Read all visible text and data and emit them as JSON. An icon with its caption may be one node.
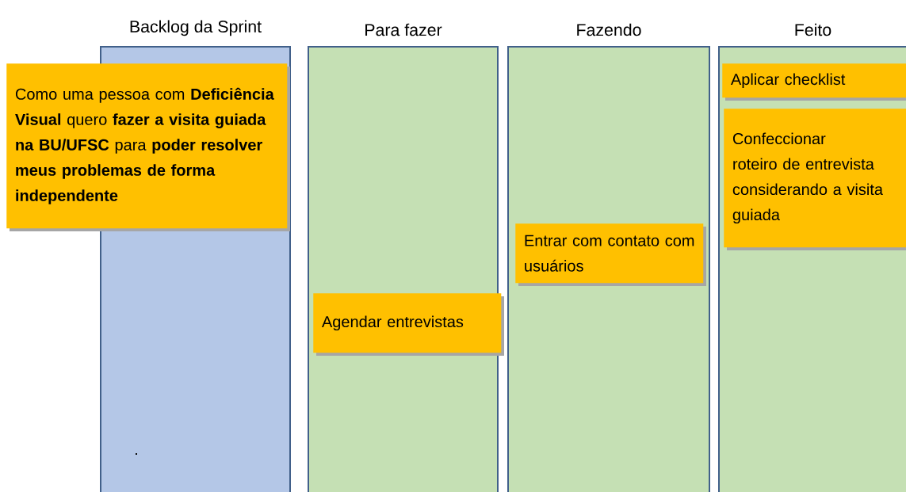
{
  "diagram": {
    "nodes": [
      {
        "text": [
          "Backlog da Sprint"
        ]
      },
      {
        "text": [
          "Para fazer"
        ]
      },
      {
        "text": [
          "Fazendo"
        ]
      },
      {
        "text": [
          "Feito"
        ]
      },
      {
        "text": [
          "Como uma pessoa com **Deficiência Visual** quero **fazer a visita guiada na BU/UFSC** para **poder resolver meus problemas de forma independente**"
        ]
      },
      {
        "text": [
          "Agendar entrevistas"
        ],
        "in": 1
      },
      {
        "text": [
          "Entrar com contato com usuários"
        ],
        "in": 2
      },
      {
        "text": [
          "Aplicar checklist"
        ],
        "in": 3
      },
      {
        "text": [
          "Confeccionar roteiro de entrevista considerando a visita guiada"
        ],
        "in": 3
      }
    ],
    "labels": [
      "."
    ]
  }
}
